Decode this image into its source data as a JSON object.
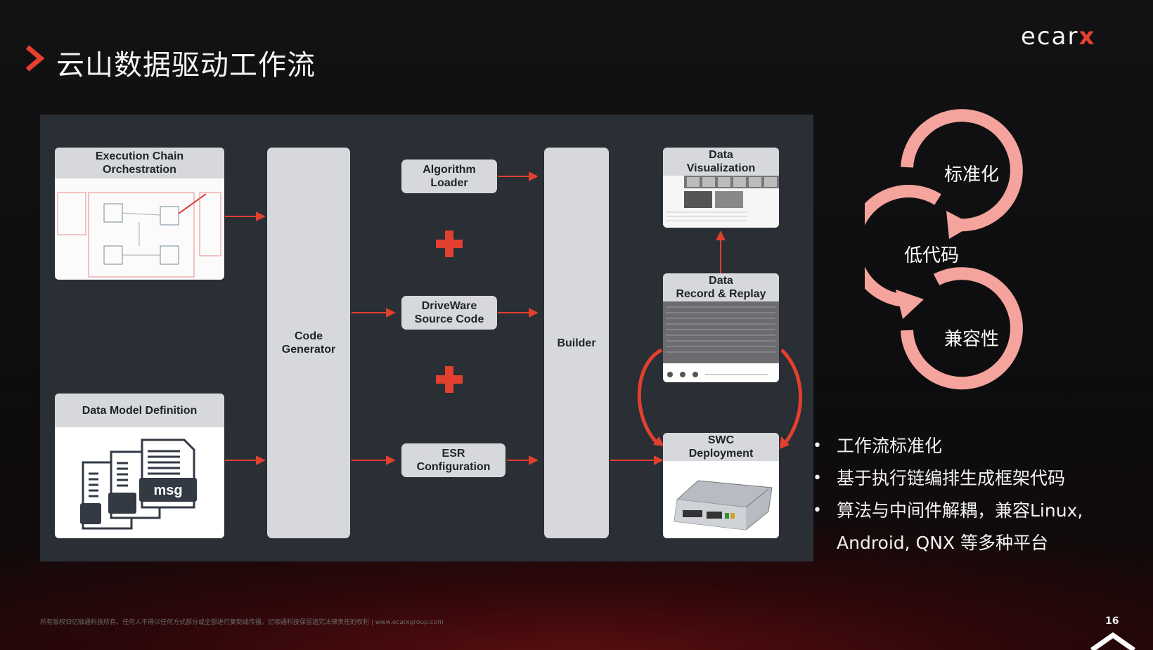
{
  "header": {
    "title": "云山数据驱动工作流",
    "logo_text": "ecar",
    "logo_accent": "x"
  },
  "diagram": {
    "execution_chain": "Execution Chain\nOrchestration",
    "data_model": "Data Model Definition",
    "data_model_doc_label": "msg",
    "code_generator": "Code\nGenerator",
    "algorithm_loader": "Algorithm\nLoader",
    "driveware_source": "DriveWare\nSource Code",
    "esr_config": "ESR\nConfiguration",
    "builder": "Builder",
    "data_visualization": "Data\nVisualization",
    "data_record_replay": "Data\nRecord & Replay",
    "swc_deployment": "SWC\nDeployment"
  },
  "cycle": {
    "labels": [
      "标准化",
      "低代码",
      "兼容性"
    ]
  },
  "bullets": [
    "工作流标准化",
    "基于执行链编排生成框架代码",
    "算法与中间件解耦，兼容Linux,",
    "Android, QNX 等多种平台"
  ],
  "footer": {
    "copyright": "所有版权归亿咖通科技所有。任何人不得以任何方式部分或全部进行复制或传播。亿咖通科技保留追究法律责任的权利 | www.ecarxgroup.com",
    "page_number": "16"
  },
  "colors": {
    "accent_red": "#e2402f",
    "cycle_pink": "#f4a49c",
    "panel_bg": "#2a2e35",
    "box_bg": "#d6d8dc"
  },
  "icons": [
    "chevron-right-icon",
    "plus-icon",
    "document-stack-icon",
    "ecu-device-icon",
    "cycle-arrow-icon"
  ]
}
